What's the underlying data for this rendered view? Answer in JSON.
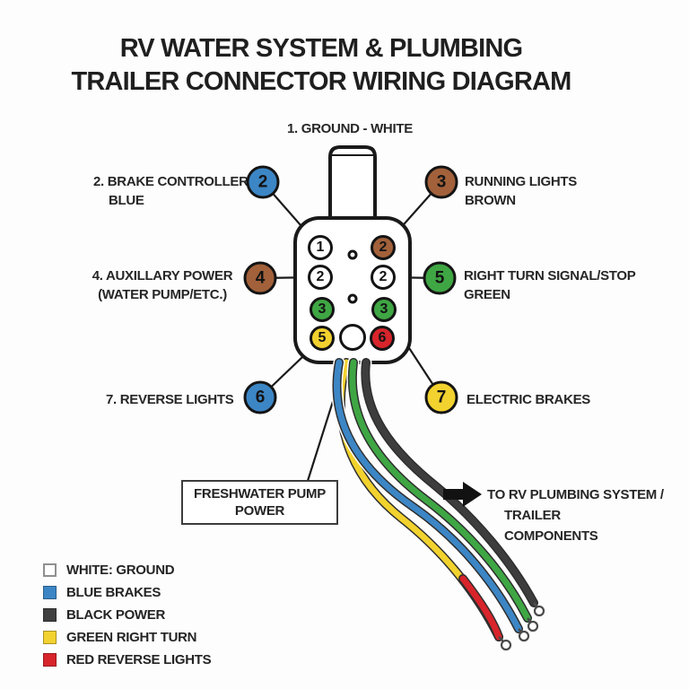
{
  "title": {
    "line1": "RV WATER SYSTEM & PLUMBING",
    "line2": "TRAILER CONNECTOR WIRING DIAGRAM"
  },
  "colors": {
    "blue": "#3C86C5",
    "brown": "#A2613A",
    "green": "#3FA644",
    "yellow": "#F2D22E",
    "red": "#D8242B",
    "wire_black": "#3D3D3D",
    "white": "#FFFFFF",
    "outline": "#1A1A1A"
  },
  "connector": {
    "ground_label": "1. GROUND - WHITE",
    "pins": [
      {
        "num": "1",
        "color": "#FFFFFF"
      },
      {
        "num": "2",
        "color": "#A2613A"
      },
      {
        "num": "2",
        "color": "#FFFFFF"
      },
      {
        "num": "2",
        "color": "#FFFFFF"
      },
      {
        "num": "3",
        "color": "#3FA644"
      },
      {
        "num": "3",
        "color": "#3FA644"
      },
      {
        "num": "5",
        "color": "#F2D22E"
      },
      {
        "num": "6",
        "color": "#D8242B"
      }
    ]
  },
  "callouts": [
    {
      "num": "2",
      "color": "#3C86C5",
      "line1": "2. BRAKE CONTROLLER",
      "line2": "BLUE"
    },
    {
      "num": "3",
      "color": "#A2613A",
      "line1": "RUNNING LIGHTS",
      "line2": "BROWN"
    },
    {
      "num": "4",
      "color": "#A2613A",
      "line1": "4. AUXILLARY POWER",
      "line2": "(WATER PUMP/ETC.)"
    },
    {
      "num": "5",
      "color": "#3FA644",
      "line1": "RIGHT TURN SIGNAL/STOP",
      "line2": "GREEN"
    },
    {
      "num": "6",
      "color": "#3C86C5",
      "line1": "7. REVERSE LIGHTS",
      "line2": ""
    },
    {
      "num": "7",
      "color": "#F2D22E",
      "line1": "ELECTRIC BRAKES",
      "line2": ""
    }
  ],
  "pump_box": {
    "line1": "FRESHWATER PUMP",
    "line2": "POWER"
  },
  "flow_note": {
    "line1": "TO RV PLUMBING SYSTEM /",
    "line2": "TRAILER",
    "line3": "COMPONENTS"
  },
  "wires": [
    {
      "name": "yellow-wire",
      "color": "#F2D22E"
    },
    {
      "name": "blue-wire",
      "color": "#3C86C5"
    },
    {
      "name": "green-wire",
      "color": "#3FA644"
    },
    {
      "name": "black-wire",
      "color": "#3D3D3D"
    },
    {
      "name": "red-wire-tip",
      "color": "#D8242B"
    }
  ],
  "legend": {
    "items": [
      {
        "label": "WHITE: GROUND",
        "color": "#FFFFFF"
      },
      {
        "label": "BLUE BRAKES",
        "color": "#3C86C5"
      },
      {
        "label": "BLACK POWER",
        "color": "#404040"
      },
      {
        "label": "GREEN RIGHT TURN",
        "color": "#F2D22E"
      },
      {
        "label": "RED REVERSE LIGHTS",
        "color": "#D8242B"
      }
    ]
  }
}
